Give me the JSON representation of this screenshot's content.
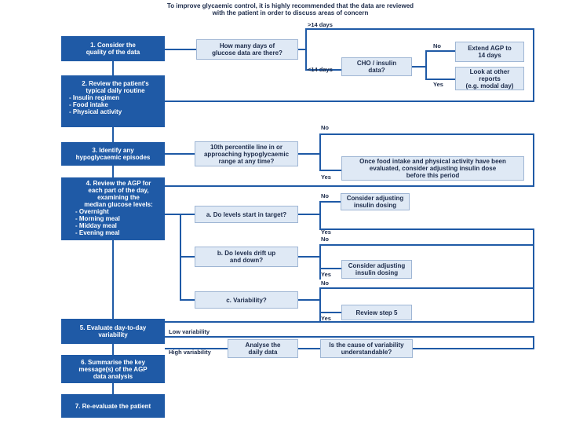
{
  "header": {
    "line1": "To improve glycaemic control, it is highly recommended that the data are reviewed",
    "line2": "with the patient in order to discuss areas of concern"
  },
  "steps": {
    "s1": "1. Consider the\nquality of the data",
    "s2_title": "2. Review the patient's\ntypical daily routine",
    "s2_items": [
      "- Insulin regimen",
      "- Food intake",
      "- Physical activity"
    ],
    "s3": "3. Identify any\nhypoglycaemic episodes",
    "s4_title": "4. Review the AGP for\neach part of the day,\nexamining the\nmedian glucose levels:",
    "s4_items": [
      "- Overnight",
      "- Morning meal",
      "- Midday meal",
      "- Evening meal"
    ],
    "s5": "5. Evaluate day-to-day\nvariability",
    "s6": "6. Summarise the key\nmessage(s) of the AGP\ndata analysis",
    "s7": "7. Re-evaluate the patient"
  },
  "questions": {
    "days": "How many days of\nglucose data are there?",
    "cho": "CHO / insulin\ndata?",
    "tenth": "10th percentile line in or\napproaching hypoglycaemic\nrange at any time?",
    "start_target": "a. Do levels start in target?",
    "drift": "b. Do levels drift up\nand down?",
    "variability": "c. Variability?",
    "analyse": "Analyse the\ndaily data",
    "cause": "Is the cause of variability\nunderstandable?"
  },
  "outcomes": {
    "extend": "Extend AGP to\n14 days",
    "look_other": "Look at other\nreports\n(e.g. modal day)",
    "once_food": "Once food intake and physical activity have been\nevaluated, consider adjusting insulin dose\nbefore this period",
    "adjust1": "Consider adjusting\ninsulin dosing",
    "adjust2": "Consider adjusting\ninsulin dosing",
    "review5": "Review step 5"
  },
  "labels": {
    "gt14": ">14 days",
    "lt14": "<14 days",
    "no": "No",
    "yes": "Yes",
    "low_var": "Low variability",
    "high_var": "High variability"
  },
  "colors": {
    "step_box": "#1f5aa6",
    "question_box": "#dfe9f5",
    "connector": "#1f5aa6"
  }
}
